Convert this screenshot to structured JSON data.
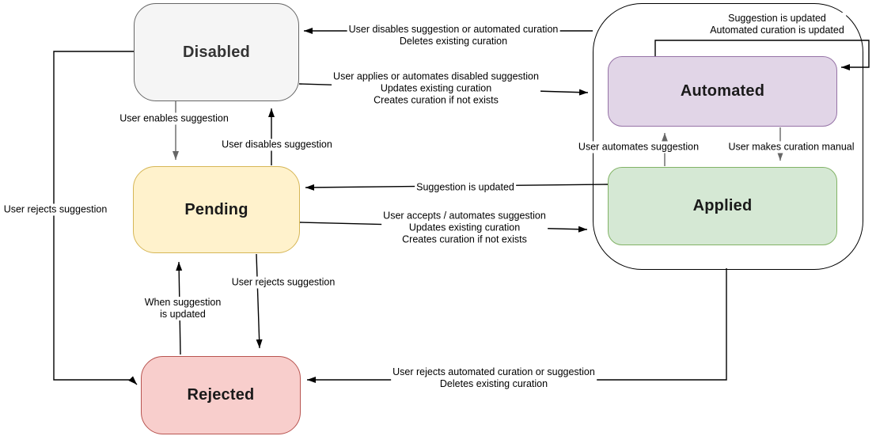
{
  "diagram": {
    "type": "state-diagram",
    "colors": {
      "edge": "#000000",
      "edge_muted": "#666666",
      "container_stroke": "#000000",
      "disabled_fill": "#f5f5f5",
      "disabled_stroke": "#666666",
      "pending_fill": "#fff2cc",
      "pending_stroke": "#d6b656",
      "rejected_fill": "#f8cecc",
      "rejected_stroke": "#b85450",
      "automated_fill": "#e1d5e7",
      "automated_stroke": "#9673a6",
      "applied_fill": "#d5e8d4",
      "applied_stroke": "#82b366"
    },
    "nodes": {
      "disabled": {
        "label": "Disabled"
      },
      "pending": {
        "label": "Pending"
      },
      "rejected": {
        "label": "Rejected"
      },
      "automated": {
        "label": "Automated"
      },
      "applied": {
        "label": "Applied"
      }
    },
    "edges": {
      "curation_to_disabled": {
        "lines": [
          "User disables suggestion or automated curation",
          "Deletes existing curation"
        ]
      },
      "automated_self_update": {
        "lines": [
          "Suggestion is updated",
          "Automated curation is updated"
        ]
      },
      "disabled_to_curation": {
        "lines": [
          "User applies or automates disabled suggestion",
          "Updates existing curation",
          "Creates curation if not exists"
        ]
      },
      "disabled_to_pending": {
        "lines": [
          "User enables suggestion"
        ]
      },
      "pending_to_disabled": {
        "lines": [
          "User disables suggestion"
        ]
      },
      "applied_to_automated": {
        "lines": [
          "User automates suggestion"
        ]
      },
      "automated_to_applied": {
        "lines": [
          "User makes curation manual"
        ]
      },
      "applied_to_pending": {
        "lines": [
          "Suggestion is updated"
        ]
      },
      "pending_to_curation": {
        "lines": [
          "User accepts / automates suggestion",
          "Updates existing curation",
          "Creates curation if not exists"
        ]
      },
      "disabled_to_rejected": {
        "lines": [
          "User rejects suggestion"
        ]
      },
      "pending_to_rejected": {
        "lines": [
          "User rejects suggestion"
        ]
      },
      "rejected_to_pending": {
        "lines": [
          "When suggestion",
          "is updated"
        ]
      },
      "curation_to_rejected": {
        "lines": [
          "User rejects automated curation or suggestion",
          "Deletes existing curation"
        ]
      }
    }
  }
}
